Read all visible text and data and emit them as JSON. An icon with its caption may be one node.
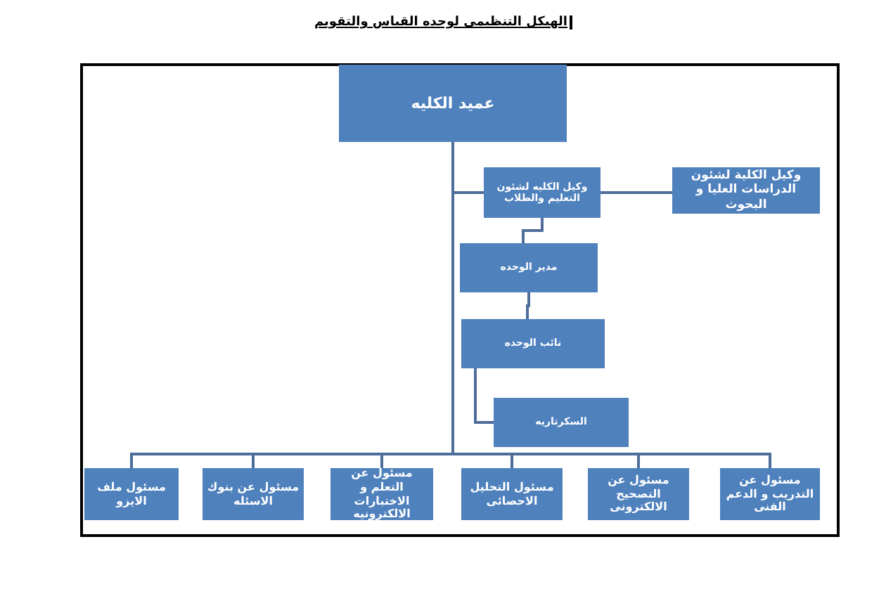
{
  "diagram": {
    "title": "الهيكل التنظيمى لوحده القياس والتقويم",
    "nodes": [
      {
        "text": [
          "عميد الكليه"
        ]
      },
      {
        "text": [
          "وكيل الكليه لشئون التعليم والطلاب"
        ]
      },
      {
        "text": [
          "وكيل الكلية لشئون الدراسات العليا و البحوث"
        ]
      },
      {
        "text": [
          "مدير الوحده"
        ]
      },
      {
        "text": [
          "نائب الوحده"
        ]
      },
      {
        "text": [
          "السكرتاريه"
        ]
      },
      {
        "text": [
          "مسئول ملف الايزو"
        ]
      },
      {
        "text": [
          "مسئول عن بنوك الاسئله"
        ]
      },
      {
        "text": [
          "مسئول عن التعلم و الاختبارات الالكترونيه"
        ]
      },
      {
        "text": [
          "مسئول التحليل الاحصائى"
        ]
      },
      {
        "text": [
          "مسئول عن التصحيح الالكترونى"
        ]
      },
      {
        "text": [
          "مسئول عن التدريب و الدعم الفنى"
        ]
      }
    ],
    "edges": [
      {
        "from": 0,
        "to": 1,
        "arrow": "none"
      },
      {
        "from": 1,
        "to": 2,
        "arrow": "none"
      },
      {
        "from": 1,
        "to": 3,
        "arrow": "none"
      },
      {
        "from": 3,
        "to": 4,
        "arrow": "none"
      },
      {
        "from": 4,
        "to": 5,
        "arrow": "none"
      },
      {
        "from": 0,
        "to": 6,
        "arrow": "none"
      },
      {
        "from": 0,
        "to": 7,
        "arrow": "none"
      },
      {
        "from": 0,
        "to": 8,
        "arrow": "none"
      },
      {
        "from": 0,
        "to": 9,
        "arrow": "none"
      },
      {
        "from": 0,
        "to": 10,
        "arrow": "none"
      },
      {
        "from": 0,
        "to": 11,
        "arrow": "none"
      }
    ]
  }
}
